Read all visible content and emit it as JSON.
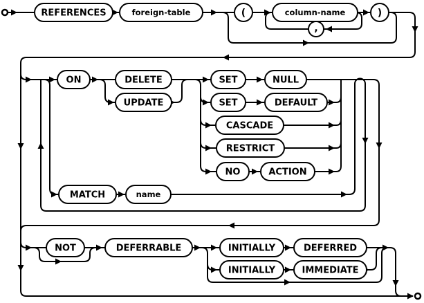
{
  "diagram": {
    "kind": "railroad-syntax-diagram",
    "subject": "REFERENCES foreign-key clause",
    "background_color": "#ffffff",
    "line_color": "#000000"
  },
  "nodes": {
    "references": "REFERENCES",
    "foreign_table": "foreign-table",
    "open_paren": "(",
    "column_name": "column-name",
    "comma": ",",
    "close_paren": ")",
    "on": "ON",
    "delete": "DELETE",
    "update": "UPDATE",
    "set1": "SET",
    "null": "NULL",
    "set2": "SET",
    "default": "DEFAULT",
    "cascade": "CASCADE",
    "restrict": "RESTRICT",
    "no": "NO",
    "action": "ACTION",
    "match": "MATCH",
    "name": "name",
    "not": "NOT",
    "deferrable": "DEFERRABLE",
    "initially1": "INITIALLY",
    "deferred": "DEFERRED",
    "initially2": "INITIALLY",
    "immediate": "IMMEDIATE"
  }
}
